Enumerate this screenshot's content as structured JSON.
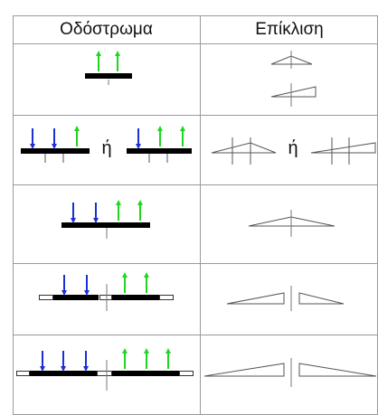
{
  "header": {
    "left_title": "Οδόστρωμα",
    "right_title": "Επίκλιση"
  },
  "separator_text": "ή",
  "colors": {
    "grid": "#9a9a9a",
    "deck": "#000000",
    "arrow_down": "#1a2fd6",
    "arrow_up": "#1fd61f",
    "profile": "#555555"
  },
  "rows": [
    {
      "name": "single-slope-narrow",
      "arrows": [
        "up",
        "up"
      ]
    },
    {
      "name": "two-way-or-one-way",
      "arrows": [
        "down",
        "down",
        "up",
        "down",
        "up",
        "up"
      ]
    },
    {
      "name": "crowned-wide",
      "arrows": [
        "down",
        "down",
        "up",
        "up"
      ]
    },
    {
      "name": "divided-short",
      "arrows": [
        "down",
        "down",
        "up",
        "up"
      ]
    },
    {
      "name": "divided-long",
      "arrows": [
        "down",
        "down",
        "down",
        "up",
        "up",
        "up"
      ]
    }
  ]
}
